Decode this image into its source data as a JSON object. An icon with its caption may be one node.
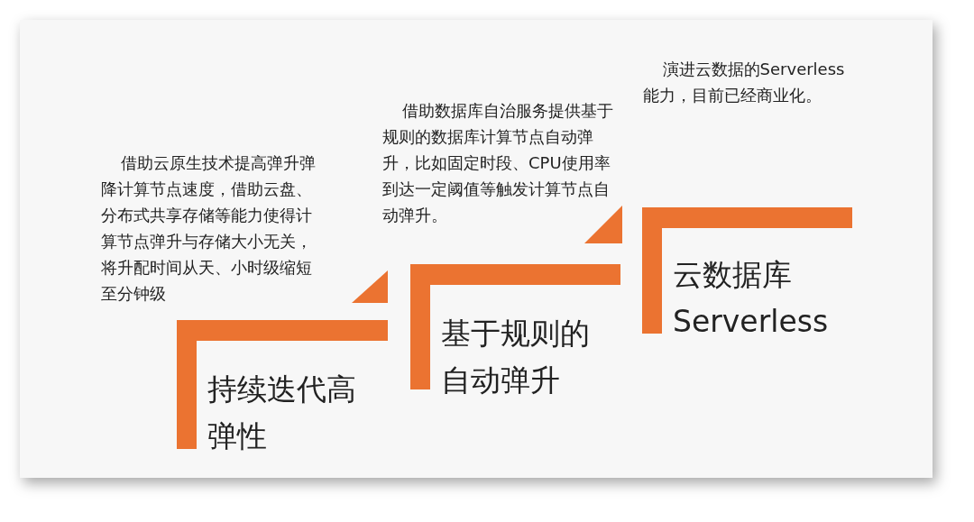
{
  "diagram": {
    "nodes": [
      {
        "text": [
          "持续迭代高弹性"
        ]
      },
      {
        "text": [
          "基于规则的自动弹升"
        ]
      },
      {
        "text": [
          "云数据库Serverless"
        ]
      }
    ],
    "labels": [
      "演进云数据的Serverless能力，目前已经商业化。",
      "借助数据库自治服务提供基于规则的数据库计算节点自动弹升，比如固定时段、CPU使用率到达一定阈值等触发计算节点自动弹升。",
      "借助云原生技术提高弹升弹降计算节点速度，借助云盘、分布式共享存储等能力使得计算节点弹升与存储大小无关，将升配时间从天、小时级缩短至分钟级"
    ]
  }
}
